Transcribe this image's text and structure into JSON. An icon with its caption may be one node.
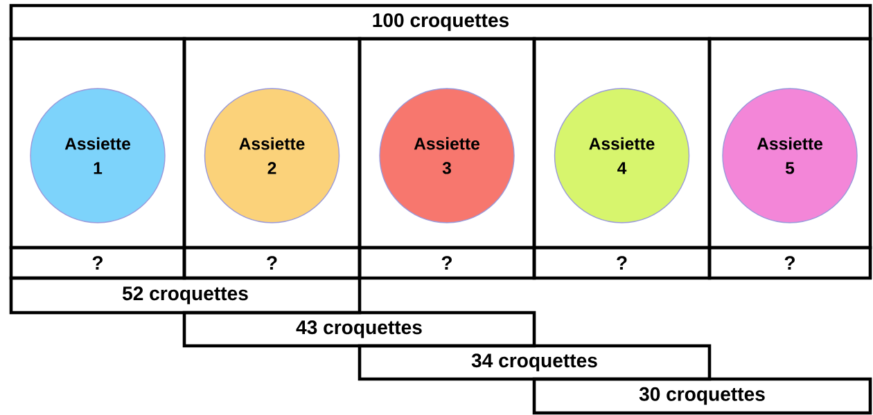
{
  "diagram": {
    "nodes": [
      {
        "text": [
          "100 croquettes"
        ]
      },
      {
        "text": [],
        "shape": "box"
      },
      {
        "text": [
          "Assiette 1"
        ],
        "in": 1
      },
      {
        "text": [],
        "shape": "box"
      },
      {
        "text": [
          "Assiette 2"
        ],
        "in": 3
      },
      {
        "text": [],
        "shape": "box"
      },
      {
        "text": [
          "Assiette 3"
        ],
        "in": 5
      },
      {
        "text": [],
        "shape": "box"
      },
      {
        "text": [
          "Assiette 4"
        ],
        "in": 7
      },
      {
        "text": [],
        "shape": "box"
      },
      {
        "text": [
          "Assiette 5"
        ],
        "in": 9
      },
      {
        "text": [
          "?"
        ]
      },
      {
        "text": [
          "?"
        ]
      },
      {
        "text": [
          "?"
        ]
      },
      {
        "text": [
          "?"
        ]
      },
      {
        "text": [
          "?"
        ]
      },
      {
        "text": [
          "52 croquettes"
        ]
      },
      {
        "text": [
          "43 croquettes"
        ]
      },
      {
        "text": [
          "34 croquettes"
        ]
      },
      {
        "text": [
          "30 croquettes"
        ]
      }
    ]
  }
}
